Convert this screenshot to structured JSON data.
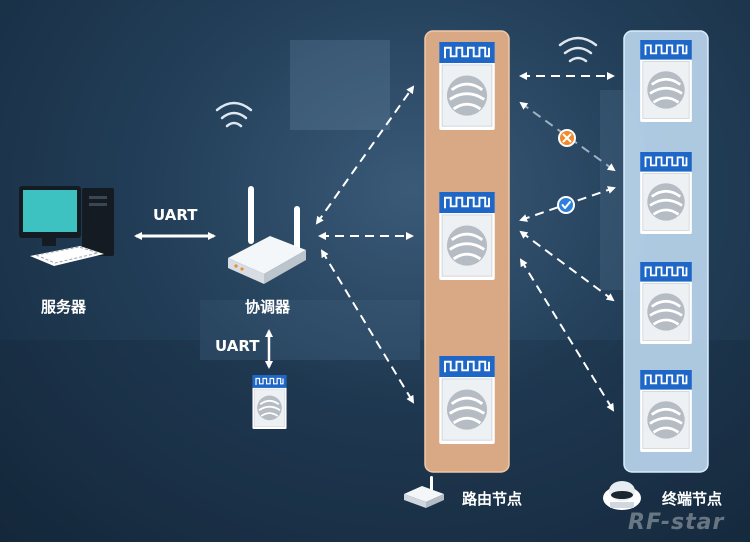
{
  "labels": {
    "server": "服务器",
    "coordinator": "协调器",
    "uart_top": "UART",
    "uart_bottom": "UART",
    "router_legend": "路由节点",
    "end_legend": "终端节点"
  },
  "watermark": "RF-star",
  "colors": {
    "router_column": "#d9a985",
    "end_column": "#bcd8ef",
    "module_blue": "#1f67c7",
    "fail_icon": "#f08a2c",
    "ok_icon": "#2e7fd9",
    "monitor": "#3dc1c1"
  },
  "icons": {
    "status_fail": "cross-circle-icon",
    "status_ok": "check-circle-icon"
  }
}
